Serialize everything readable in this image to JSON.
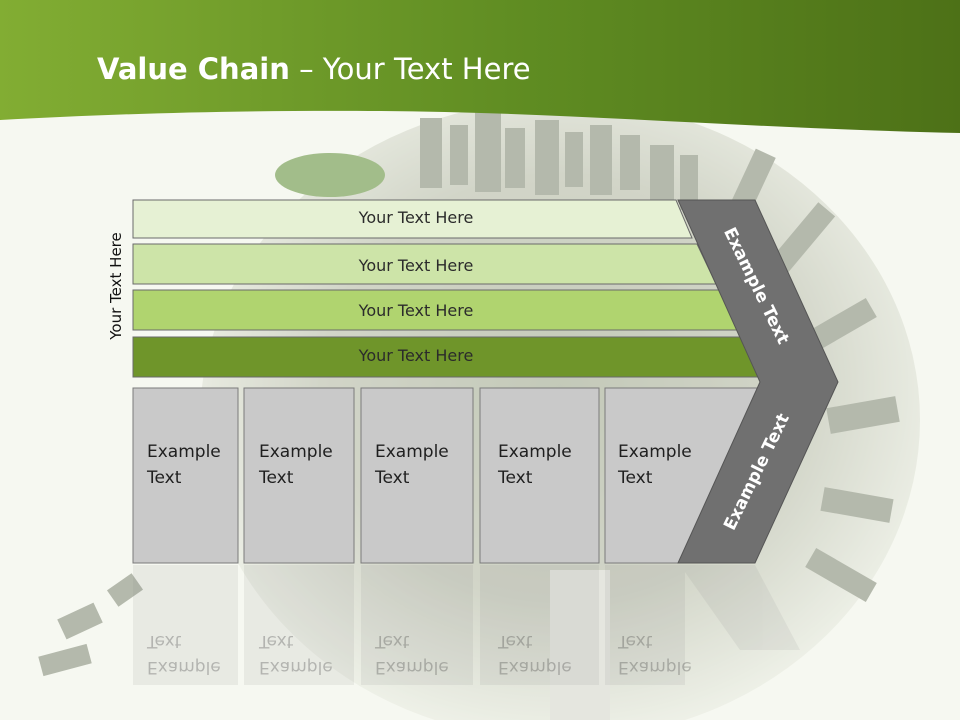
{
  "title": {
    "bold": "Value Chain",
    "rest": " – Your Text Here"
  },
  "side_label": "Your Text Here",
  "bands": [
    {
      "label": "Your Text Here",
      "color": "#e6f1d4"
    },
    {
      "label": "Your Text Here",
      "color": "#cde4a8"
    },
    {
      "label": "Your Text Here",
      "color": "#b0d46f"
    },
    {
      "label": "Your Text Here",
      "color": "#6f952a"
    }
  ],
  "boxes": [
    {
      "line1": "Example",
      "line2": "Text"
    },
    {
      "line1": "Example",
      "line2": "Text"
    },
    {
      "line1": "Example",
      "line2": "Text"
    },
    {
      "line1": "Example",
      "line2": "Text"
    },
    {
      "line1": "Example",
      "line2": "Text"
    }
  ],
  "arrow": {
    "upper_label": "Example Text",
    "lower_label": "Example Text",
    "color": "#707070"
  },
  "colors": {
    "header": "#6e9a2a",
    "box_fill": "#c9c9c9"
  }
}
